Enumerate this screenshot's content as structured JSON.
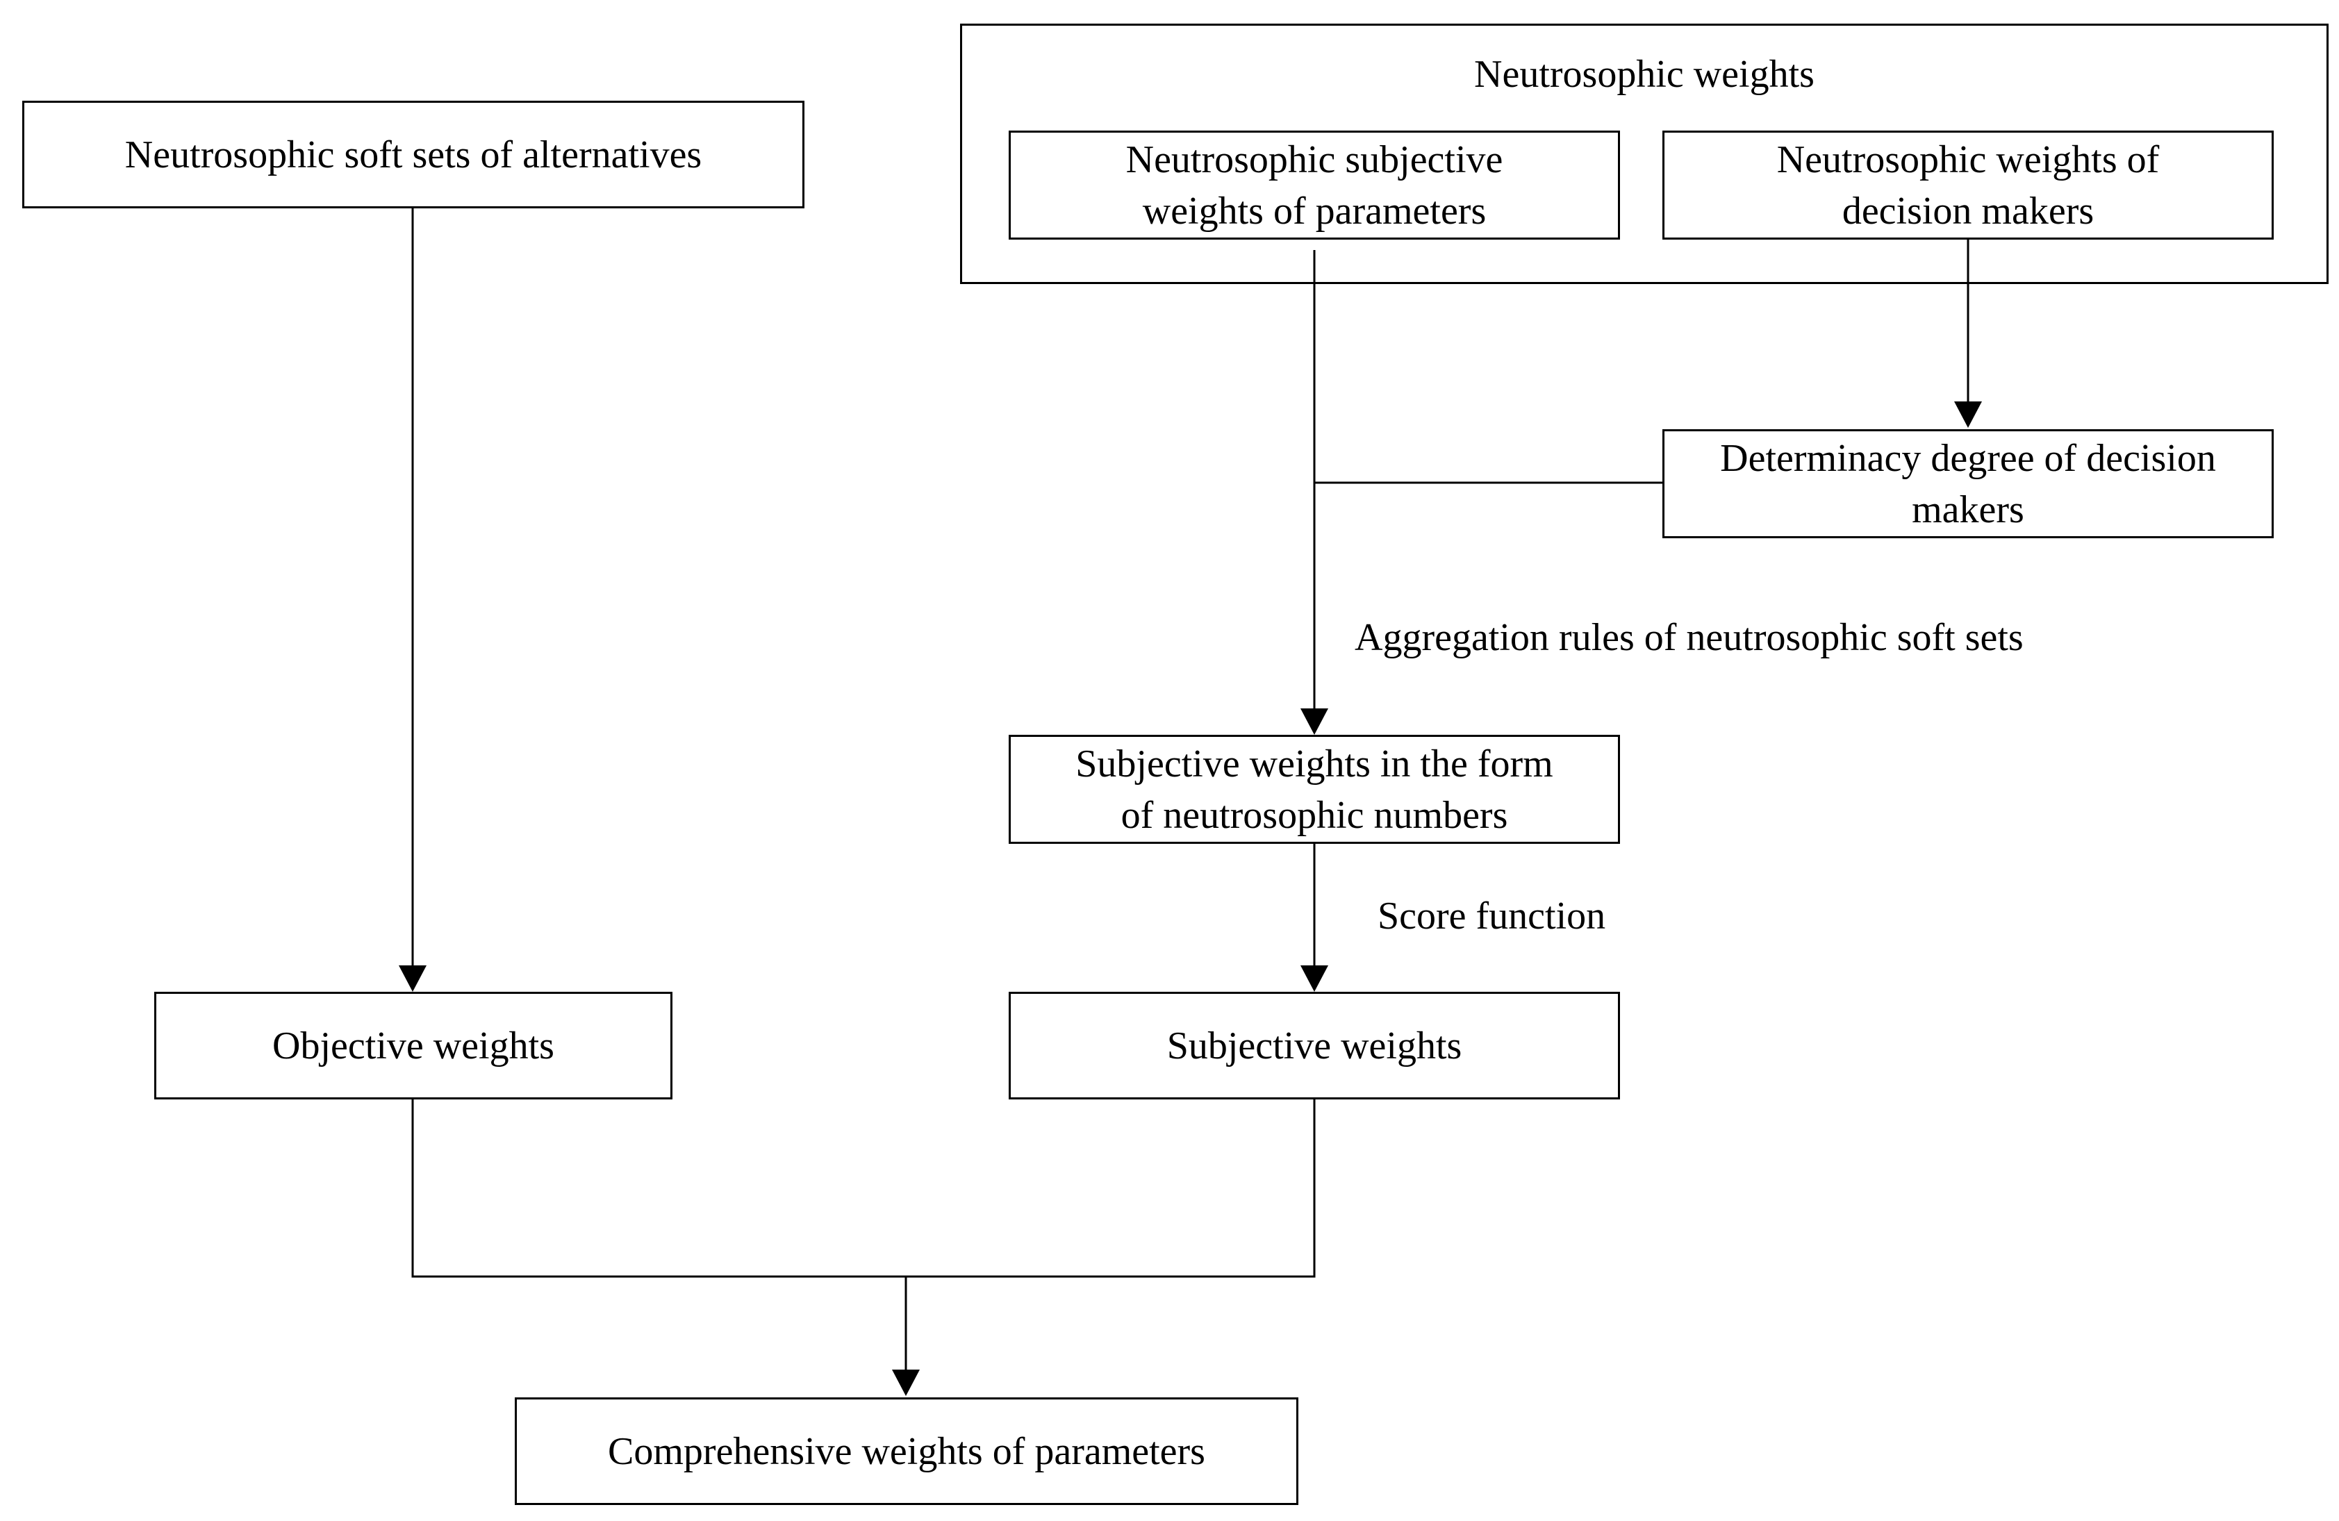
{
  "group": {
    "title": "Neutrosophic weights"
  },
  "nodes": {
    "soft_sets": "Neutrosophic soft sets of alternatives",
    "subjective_params": [
      "Neutrosophic subjective",
      "weights of parameters"
    ],
    "dm_weights": [
      "Neutrosophic weights of",
      "decision makers"
    ],
    "determinacy": [
      "Determinacy degree of decision",
      "makers"
    ],
    "subjective_neutro": [
      "Subjective weights in the form",
      "of neutrosophic numbers"
    ],
    "objective": "Objective weights",
    "subjective": "Subjective weights",
    "comprehensive": "Comprehensive weights of parameters"
  },
  "edges": {
    "aggregation_label": "Aggregation rules of neutrosophic soft sets",
    "score_label": "Score function"
  }
}
